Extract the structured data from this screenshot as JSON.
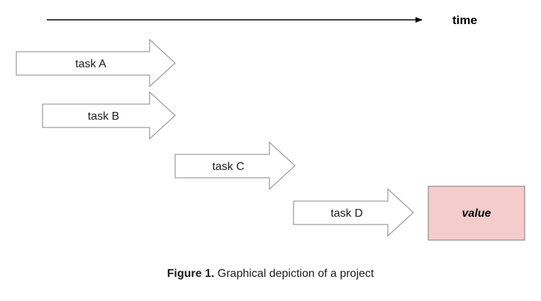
{
  "timeline": {
    "label": "time"
  },
  "tasks": [
    {
      "label": "task A"
    },
    {
      "label": "task B"
    },
    {
      "label": "task C"
    },
    {
      "label": "task D"
    }
  ],
  "outcome": {
    "label": "value"
  },
  "caption": {
    "prefix": "Figure 1.",
    "text": " Graphical depiction of a project"
  },
  "colors": {
    "arrow_fill": "#ffffff",
    "arrow_stroke": "#9e9e9e",
    "value_fill": "#f4cccc",
    "value_stroke": "#7a7a7a",
    "timeline": "#000000"
  }
}
